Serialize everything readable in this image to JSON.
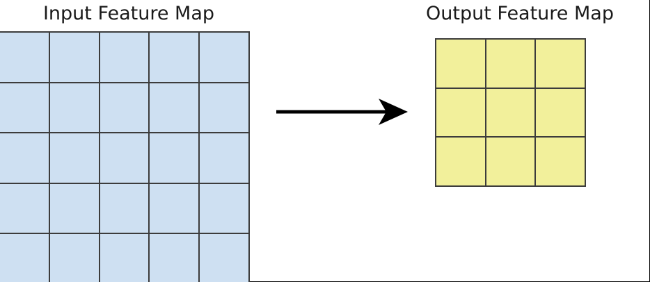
{
  "figure": {
    "type": "diagram",
    "description": "Convolution feature map size reduction diagram",
    "background_color": "#ffffff"
  },
  "input_panel": {
    "title": "Input Feature Map",
    "grid": {
      "rows": 5,
      "cols": 5,
      "cell_fill_color": "#cee0f2",
      "line_color": "#3c3c3c",
      "cells": [
        [
          "",
          "",
          "",
          "",
          ""
        ],
        [
          "",
          "",
          "",
          "",
          ""
        ],
        [
          "",
          "",
          "",
          "",
          ""
        ],
        [
          "",
          "",
          "",
          "",
          ""
        ],
        [
          "",
          "",
          "",
          "",
          ""
        ]
      ]
    }
  },
  "output_panel": {
    "title": "Output Feature Map",
    "grid": {
      "rows": 3,
      "cols": 3,
      "cell_fill_color": "#f2f09b",
      "line_color": "#3c3c3c",
      "cells": [
        [
          "",
          "",
          ""
        ],
        [
          "",
          "",
          ""
        ],
        [
          "",
          "",
          ""
        ]
      ]
    }
  },
  "connector": {
    "icon": "right-arrow-icon",
    "label": "",
    "color": "#000000",
    "direction": "left-to-right"
  }
}
